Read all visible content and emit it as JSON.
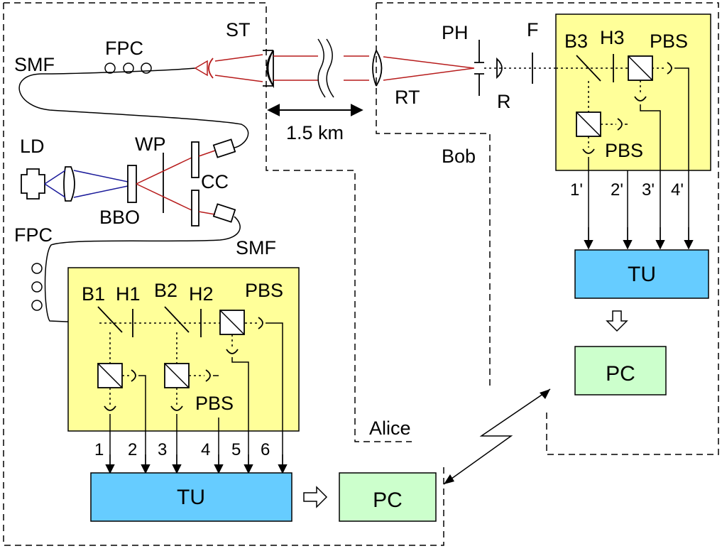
{
  "labels": {
    "st": "ST",
    "fpc_top": "FPC",
    "smf_top": "SMF",
    "ld": "LD",
    "wp": "WP",
    "bbo": "BBO",
    "cc": "CC",
    "fpc_left": "FPC",
    "smf_mid": "SMF",
    "distance": "1.5 km",
    "ph": "PH",
    "f": "F",
    "rt": "RT",
    "r": "R",
    "bob": "Bob",
    "alice": "Alice",
    "b1": "B1",
    "h1": "H1",
    "b2": "B2",
    "h2": "H2",
    "pbs_alice_main": "PBS",
    "pbs_alice_lower": "PBS",
    "b3": "B3",
    "h3": "H3",
    "pbs_bob_main": "PBS",
    "pbs_bob_lower": "PBS"
  },
  "alice_channels": [
    "1",
    "2",
    "3",
    "4",
    "5",
    "6"
  ],
  "bob_channels": [
    "1'",
    "2'",
    "3'",
    "4'"
  ],
  "boxes": {
    "alice_tu": "TU",
    "alice_pc": "PC",
    "bob_tu": "TU",
    "bob_pc": "PC"
  },
  "colors": {
    "module_yellow": "#ffff99",
    "tu_blue": "#66ccff",
    "pc_green": "#ccffcc",
    "beam_red": "#b71c1c",
    "pump_blue": "#1a1a9a"
  }
}
